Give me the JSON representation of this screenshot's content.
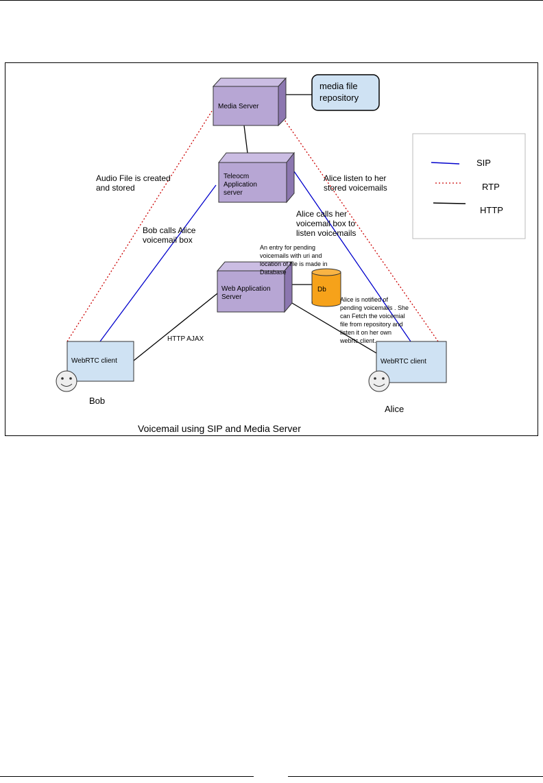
{
  "diagram": {
    "caption": "Voicemail using SIP and Media Server",
    "nodes": {
      "media_server": "Media Server",
      "media_repo": [
        "media file",
        "repository"
      ],
      "telecom_server": [
        "Teleocm",
        "Application",
        "server"
      ],
      "web_server": [
        "Web Application",
        "Server"
      ],
      "db": "Db",
      "bob_client": "WebRTC client",
      "alice_client": "WebRTC client"
    },
    "people": {
      "bob": "Bob",
      "alice": "Alice"
    },
    "notes": {
      "audio_file": [
        "Audio File is created",
        "and stored"
      ],
      "alice_listen": [
        "Alice listen to her",
        "stored voicemails"
      ],
      "bob_calls": [
        "Bob calls Alice",
        "voicemail box"
      ],
      "alice_calls": [
        "Alice calls her",
        "voicemail box to",
        "listen voicemails"
      ],
      "db_entry": [
        "An entry for pending",
        "voicemails with uri and",
        "location of file is made in",
        "Database"
      ],
      "alice_notified": [
        "Alice is notified of",
        "pending voicemails . She",
        "can Fetch the voicemial",
        "file from repository and",
        "listen it on her own",
        "webrtc client."
      ],
      "http_ajax": "HTTP AJAX"
    },
    "legend": {
      "sip": "SIP",
      "rtp": "RTP",
      "http": "HTTP"
    },
    "colors": {
      "sip": "#0000cc",
      "rtp": "#cc0000",
      "http": "#000000",
      "server_fill": "#b7a6d4",
      "client_fill": "#cfe2f3",
      "db_fill": "#f6a21a",
      "face_fill": "#eeeeee"
    }
  }
}
